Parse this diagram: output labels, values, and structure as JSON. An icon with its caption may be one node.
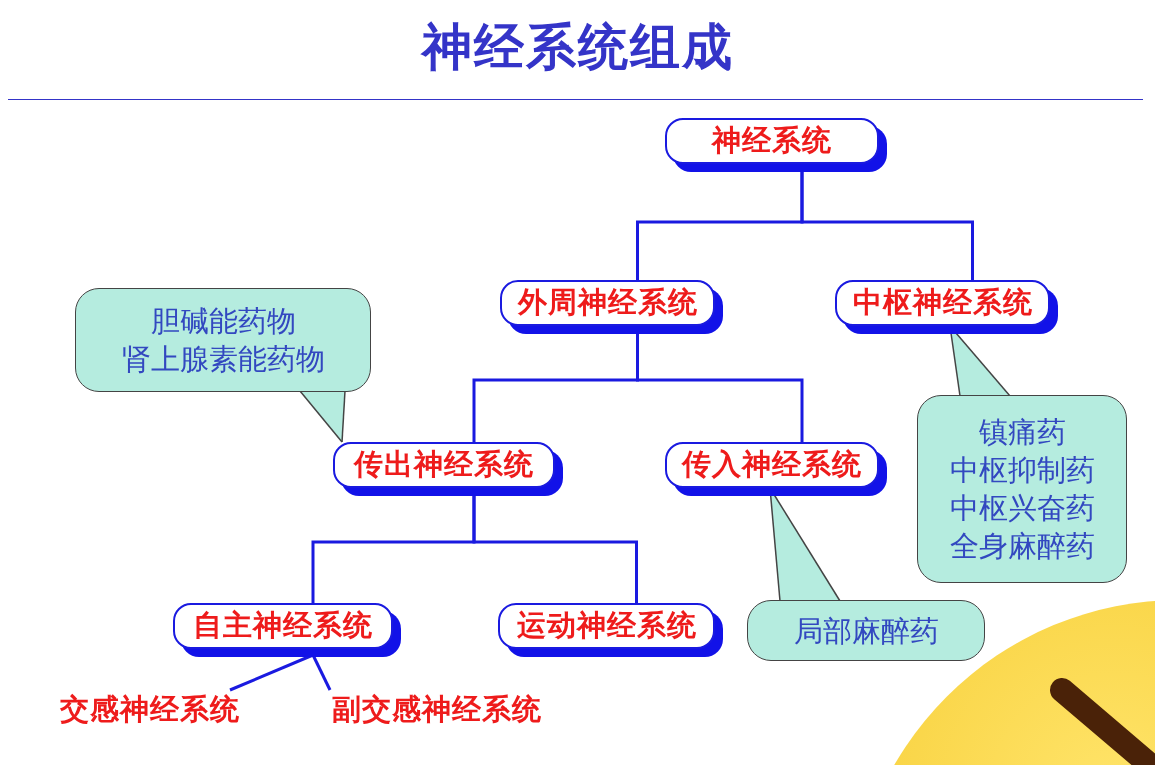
{
  "diagram": {
    "title": "神经系统组成",
    "nodes": [
      {
        "text": [
          "神经系统"
        ]
      },
      {
        "text": [
          "外周神经系统"
        ]
      },
      {
        "text": [
          "中枢神经系统"
        ]
      },
      {
        "text": [
          "传出神经系统"
        ]
      },
      {
        "text": [
          "传入神经系统"
        ]
      },
      {
        "text": [
          "自主神经系统"
        ]
      },
      {
        "text": [
          "运动神经系统"
        ]
      },
      {
        "text": [
          "交感神经系统"
        ]
      },
      {
        "text": [
          "副交感神经系统"
        ]
      },
      {
        "text": [
          "胆碱能药物",
          "肾上腺素能药物"
        ]
      },
      {
        "text": [
          "镇痛药",
          "中枢抑制药",
          "中枢兴奋药",
          "全身麻醉药"
        ]
      },
      {
        "text": [
          "局部麻醉药"
        ]
      }
    ],
    "edges": [
      {
        "from": 0,
        "to": 1,
        "arrow": "none"
      },
      {
        "from": 0,
        "to": 2,
        "arrow": "none"
      },
      {
        "from": 1,
        "to": 3,
        "arrow": "none"
      },
      {
        "from": 1,
        "to": 4,
        "arrow": "none"
      },
      {
        "from": 3,
        "to": 5,
        "arrow": "none"
      },
      {
        "from": 3,
        "to": 6,
        "arrow": "none"
      },
      {
        "from": 5,
        "to": 7,
        "arrow": "none"
      },
      {
        "from": 5,
        "to": 8,
        "arrow": "none"
      },
      {
        "from": 9,
        "to": 3,
        "arrow": "none",
        "color": "#444444"
      },
      {
        "from": 10,
        "to": 2,
        "arrow": "none",
        "color": "#444444"
      },
      {
        "from": 11,
        "to": 4,
        "arrow": "none",
        "color": "#444444"
      }
    ]
  }
}
